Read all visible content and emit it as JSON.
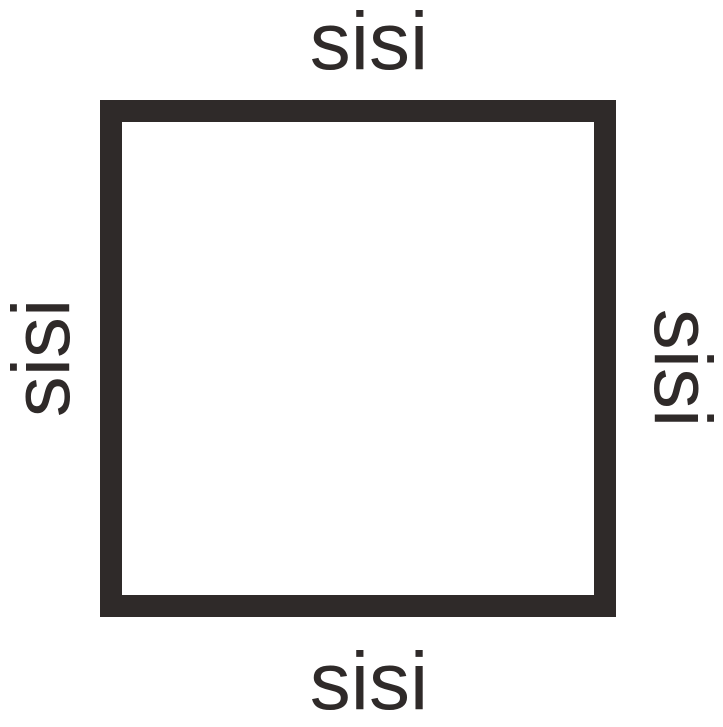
{
  "diagram": {
    "shape": "square",
    "stroke_color": "#2f2a29",
    "fill_color": "#ffffff",
    "labels": {
      "top": "sisi",
      "bottom": "sisi",
      "left": "sisi",
      "right": "sisi"
    }
  }
}
